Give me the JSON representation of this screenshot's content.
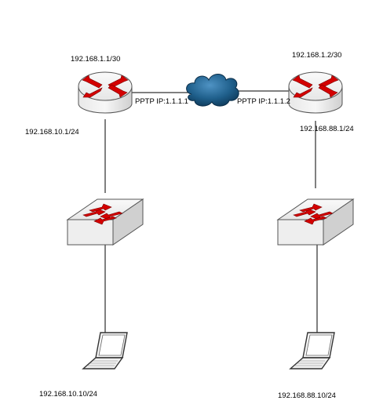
{
  "labels": {
    "r1_wan": "192.168.1.1/30",
    "r2_wan": "192.168.1.2/30",
    "r1_pptp": "PPTP IP:1.1.1.1",
    "r2_pptp": "PPTP IP:1.1.1.2",
    "r1_lan": "192.168.10.1/24",
    "r2_lan": "192.168.88.1/24",
    "pc1_ip": "192.168.10.10/24",
    "pc2_ip": "192.168.88.10/24"
  },
  "colors": {
    "device_top": "#f2f2f2",
    "device_side": "#d9d9d9",
    "arrow": "#d40000",
    "cloud": "#1f5f8b",
    "line": "#000000"
  },
  "icons": [
    "router-icon",
    "switch-icon",
    "cloud-icon",
    "laptop-icon"
  ]
}
